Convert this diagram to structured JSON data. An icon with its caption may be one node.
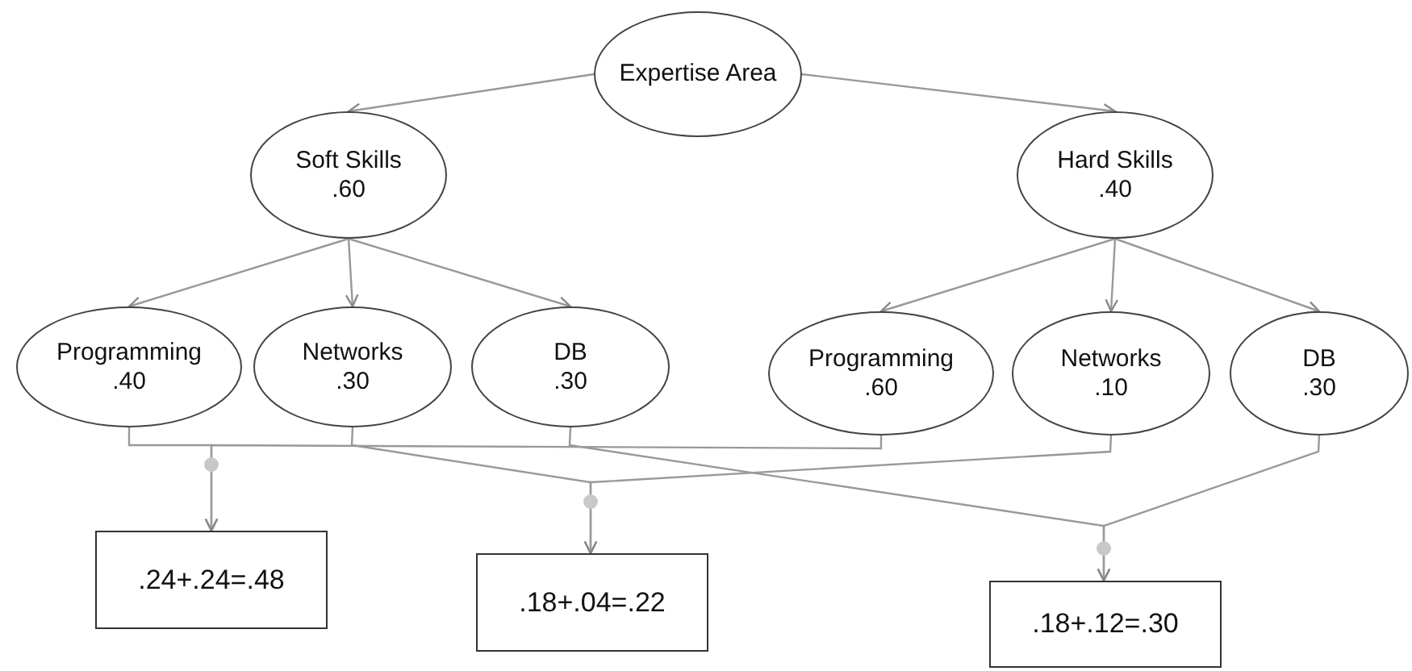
{
  "diagram": {
    "nodes": [
      {
        "text": [
          "Expertise Area"
        ]
      },
      {
        "text": [
          "Soft Skills",
          ".60"
        ]
      },
      {
        "text": [
          "Hard Skills",
          ".40"
        ]
      },
      {
        "text": [
          "Programming",
          ".40"
        ]
      },
      {
        "text": [
          "Networks",
          ".30"
        ]
      },
      {
        "text": [
          "DB",
          ".30"
        ]
      },
      {
        "text": [
          "Programming",
          ".60"
        ]
      },
      {
        "text": [
          "Networks",
          ".10"
        ]
      },
      {
        "text": [
          "DB",
          ".30"
        ]
      },
      {
        "text": [
          ".24+.24=.48"
        ]
      },
      {
        "text": [
          ".18+.04=.22"
        ]
      },
      {
        "text": [
          ".18+.12=.30"
        ]
      }
    ],
    "edges": [
      {
        "from": 0,
        "to": 1,
        "arrow": "to"
      },
      {
        "from": 0,
        "to": 2,
        "arrow": "to"
      },
      {
        "from": 1,
        "to": 3,
        "arrow": "to"
      },
      {
        "from": 1,
        "to": 4,
        "arrow": "to"
      },
      {
        "from": 1,
        "to": 5,
        "arrow": "to"
      },
      {
        "from": 2,
        "to": 6,
        "arrow": "to"
      },
      {
        "from": 2,
        "to": 7,
        "arrow": "to"
      },
      {
        "from": 2,
        "to": 8,
        "arrow": "to"
      },
      {
        "from": 3,
        "to": 9,
        "arrow": "to"
      },
      {
        "from": 6,
        "to": 9,
        "arrow": "to"
      },
      {
        "from": 4,
        "to": 10,
        "arrow": "to"
      },
      {
        "from": 7,
        "to": 10,
        "arrow": "to"
      },
      {
        "from": 5,
        "to": 11,
        "arrow": "to"
      },
      {
        "from": 8,
        "to": 11,
        "arrow": "to"
      }
    ]
  }
}
